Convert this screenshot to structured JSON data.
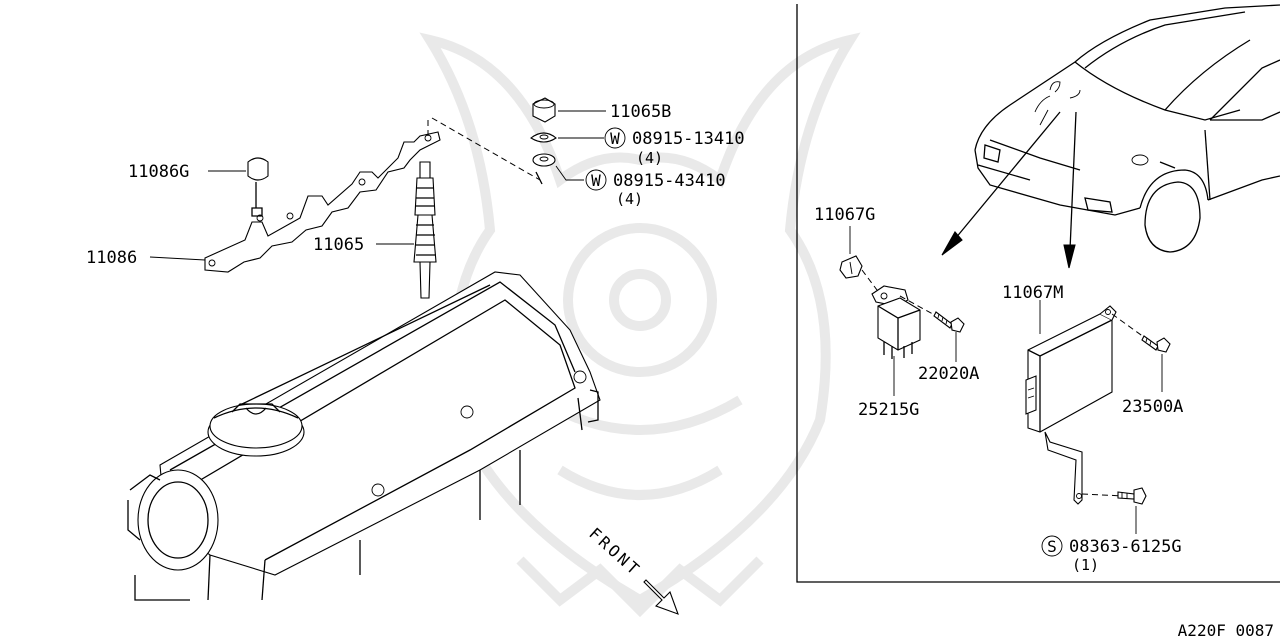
{
  "parts": {
    "p11065B": "11065B",
    "p08915_13410": "08915-13410",
    "p08915_13410_qty": "(4)",
    "p08915_43410": "08915-43410",
    "p08915_43410_qty": "(4)",
    "p11086G": "11086G",
    "p11086": "11086",
    "p11065": "11065",
    "p11067G": "11067G",
    "p11067M": "11067M",
    "p22020A": "22020A",
    "p25215G": "25215G",
    "p23500A": "23500A",
    "p08363_6125G": "08363-6125G",
    "p08363_6125G_qty": "(1)"
  },
  "symbols": {
    "washer_mark": "W",
    "screw_mark": "S"
  },
  "labels": {
    "front": "FRONT"
  },
  "footer": {
    "diagram_code": "A220F 0087"
  }
}
